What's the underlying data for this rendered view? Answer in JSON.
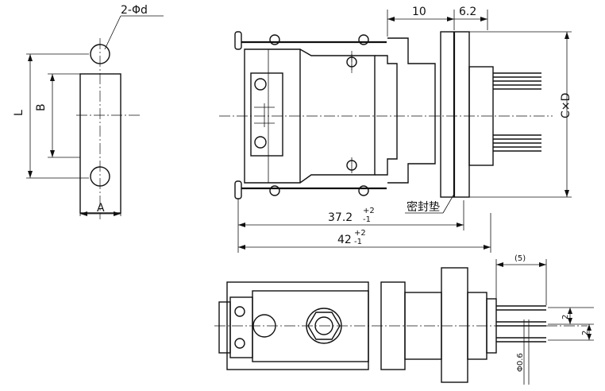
{
  "labels": {
    "hole_callout": "2-Φd",
    "dim_L": "L",
    "dim_B": "B",
    "dim_A": "A",
    "dim_10": "10",
    "dim_6_2": "6.2",
    "dim_CxD": "C×D",
    "seal_gasket": "密封垫",
    "dim_37_2": "37.2",
    "dim_37_2_tol_upper": "+2",
    "dim_37_2_tol_lower": "-1",
    "dim_42": "42",
    "dim_42_tol_upper": "+2",
    "dim_42_tol_lower": "-1",
    "dim_5": "(5)",
    "dim_pitch_1": "2",
    "dim_pitch_2": "2",
    "dim_pin_dia": "Φ0.6"
  }
}
